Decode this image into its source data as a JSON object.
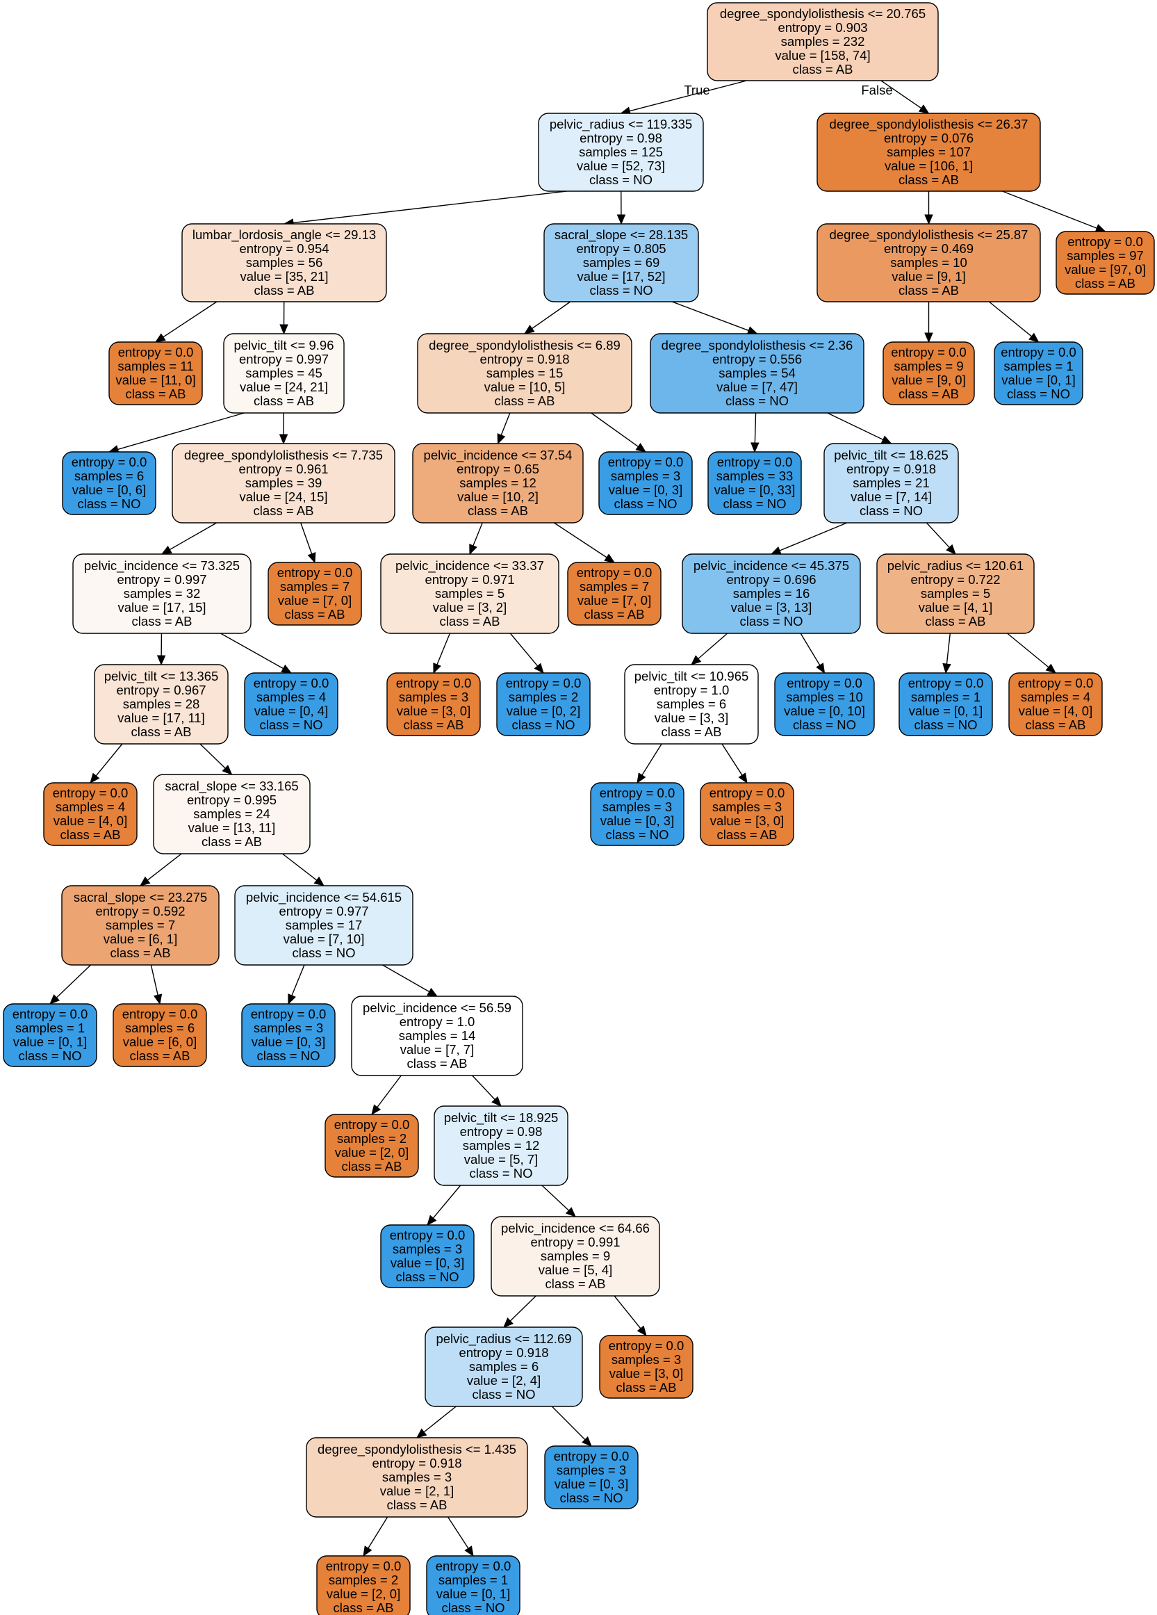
{
  "edge_labels": {
    "true_label": "True",
    "false_label": "False"
  },
  "colors": {
    "class_AB": "#e58139",
    "class_NO": "#399de5",
    "border": "#000000"
  },
  "nodes": [
    {
      "id": 0,
      "lines": [
        "degree_spondylolisthesis <= 20.765",
        "entropy = 0.903",
        "samples = 232",
        "value = [158, 74]",
        "class = AB"
      ],
      "class": "AB",
      "value": [
        158,
        74
      ]
    },
    {
      "id": 1,
      "lines": [
        "pelvic_radius <= 119.335",
        "entropy = 0.98",
        "samples = 125",
        "value = [52, 73]",
        "class = NO"
      ],
      "class": "NO",
      "value": [
        52,
        73
      ]
    },
    {
      "id": 2,
      "lines": [
        "degree_spondylolisthesis <= 26.37",
        "entropy = 0.076",
        "samples = 107",
        "value = [106, 1]",
        "class = AB"
      ],
      "class": "AB",
      "value": [
        106,
        1
      ]
    },
    {
      "id": 3,
      "lines": [
        "lumbar_lordosis_angle <= 29.13",
        "entropy = 0.954",
        "samples = 56",
        "value = [35, 21]",
        "class = AB"
      ],
      "class": "AB",
      "value": [
        35,
        21
      ]
    },
    {
      "id": 4,
      "lines": [
        "sacral_slope <= 28.135",
        "entropy = 0.805",
        "samples = 69",
        "value = [17, 52]",
        "class = NO"
      ],
      "class": "NO",
      "value": [
        17,
        52
      ]
    },
    {
      "id": 5,
      "lines": [
        "degree_spondylolisthesis <= 25.87",
        "entropy = 0.469",
        "samples = 10",
        "value = [9, 1]",
        "class = AB"
      ],
      "class": "AB",
      "value": [
        9,
        1
      ]
    },
    {
      "id": 6,
      "lines": [
        "entropy = 0.0",
        "samples = 97",
        "value = [97, 0]",
        "class = AB"
      ],
      "class": "AB",
      "value": [
        97,
        0
      ]
    },
    {
      "id": 7,
      "lines": [
        "entropy = 0.0",
        "samples = 11",
        "value = [11, 0]",
        "class = AB"
      ],
      "class": "AB",
      "value": [
        11,
        0
      ]
    },
    {
      "id": 8,
      "lines": [
        "pelvic_tilt <= 9.96",
        "entropy = 0.997",
        "samples = 45",
        "value = [24, 21]",
        "class = AB"
      ],
      "class": "AB",
      "value": [
        24,
        21
      ]
    },
    {
      "id": 9,
      "lines": [
        "degree_spondylolisthesis <= 6.89",
        "entropy = 0.918",
        "samples = 15",
        "value = [10, 5]",
        "class = AB"
      ],
      "class": "AB",
      "value": [
        10,
        5
      ]
    },
    {
      "id": 10,
      "lines": [
        "degree_spondylolisthesis <= 2.36",
        "entropy = 0.556",
        "samples = 54",
        "value = [7, 47]",
        "class = NO"
      ],
      "class": "NO",
      "value": [
        7,
        47
      ]
    },
    {
      "id": 11,
      "lines": [
        "entropy = 0.0",
        "samples = 9",
        "value = [9, 0]",
        "class = AB"
      ],
      "class": "AB",
      "value": [
        9,
        0
      ]
    },
    {
      "id": 12,
      "lines": [
        "entropy = 0.0",
        "samples = 1",
        "value = [0, 1]",
        "class = NO"
      ],
      "class": "NO",
      "value": [
        0,
        1
      ]
    },
    {
      "id": 13,
      "lines": [
        "entropy = 0.0",
        "samples = 6",
        "value = [0, 6]",
        "class = NO"
      ],
      "class": "NO",
      "value": [
        0,
        6
      ]
    },
    {
      "id": 14,
      "lines": [
        "degree_spondylolisthesis <= 7.735",
        "entropy = 0.961",
        "samples = 39",
        "value = [24, 15]",
        "class = AB"
      ],
      "class": "AB",
      "value": [
        24,
        15
      ]
    },
    {
      "id": 15,
      "lines": [
        "pelvic_incidence <= 37.54",
        "entropy = 0.65",
        "samples = 12",
        "value = [10, 2]",
        "class = AB"
      ],
      "class": "AB",
      "value": [
        10,
        2
      ]
    },
    {
      "id": 16,
      "lines": [
        "entropy = 0.0",
        "samples = 3",
        "value = [0, 3]",
        "class = NO"
      ],
      "class": "NO",
      "value": [
        0,
        3
      ]
    },
    {
      "id": 17,
      "lines": [
        "entropy = 0.0",
        "samples = 33",
        "value = [0, 33]",
        "class = NO"
      ],
      "class": "NO",
      "value": [
        0,
        33
      ]
    },
    {
      "id": 18,
      "lines": [
        "pelvic_tilt <= 18.625",
        "entropy = 0.918",
        "samples = 21",
        "value = [7, 14]",
        "class = NO"
      ],
      "class": "NO",
      "value": [
        7,
        14
      ]
    },
    {
      "id": 19,
      "lines": [
        "pelvic_incidence <= 73.325",
        "entropy = 0.997",
        "samples = 32",
        "value = [17, 15]",
        "class = AB"
      ],
      "class": "AB",
      "value": [
        17,
        15
      ]
    },
    {
      "id": 20,
      "lines": [
        "entropy = 0.0",
        "samples = 7",
        "value = [7, 0]",
        "class = AB"
      ],
      "class": "AB",
      "value": [
        7,
        0
      ]
    },
    {
      "id": 21,
      "lines": [
        "pelvic_incidence <= 33.37",
        "entropy = 0.971",
        "samples = 5",
        "value = [3, 2]",
        "class = AB"
      ],
      "class": "AB",
      "value": [
        3,
        2
      ]
    },
    {
      "id": 22,
      "lines": [
        "entropy = 0.0",
        "samples = 7",
        "value = [7, 0]",
        "class = AB"
      ],
      "class": "AB",
      "value": [
        7,
        0
      ]
    },
    {
      "id": 23,
      "lines": [
        "pelvic_incidence <= 45.375",
        "entropy = 0.696",
        "samples = 16",
        "value = [3, 13]",
        "class = NO"
      ],
      "class": "NO",
      "value": [
        3,
        13
      ]
    },
    {
      "id": 24,
      "lines": [
        "pelvic_radius <= 120.61",
        "entropy = 0.722",
        "samples = 5",
        "value = [4, 1]",
        "class = AB"
      ],
      "class": "AB",
      "value": [
        4,
        1
      ]
    },
    {
      "id": 25,
      "lines": [
        "pelvic_tilt <= 13.365",
        "entropy = 0.967",
        "samples = 28",
        "value = [17, 11]",
        "class = AB"
      ],
      "class": "AB",
      "value": [
        17,
        11
      ]
    },
    {
      "id": 26,
      "lines": [
        "entropy = 0.0",
        "samples = 4",
        "value = [0, 4]",
        "class = NO"
      ],
      "class": "NO",
      "value": [
        0,
        4
      ]
    },
    {
      "id": 27,
      "lines": [
        "entropy = 0.0",
        "samples = 3",
        "value = [3, 0]",
        "class = AB"
      ],
      "class": "AB",
      "value": [
        3,
        0
      ]
    },
    {
      "id": 28,
      "lines": [
        "entropy = 0.0",
        "samples = 2",
        "value = [0, 2]",
        "class = NO"
      ],
      "class": "NO",
      "value": [
        0,
        2
      ]
    },
    {
      "id": 29,
      "lines": [
        "pelvic_tilt <= 10.965",
        "entropy = 1.0",
        "samples = 6",
        "value = [3, 3]",
        "class = AB"
      ],
      "class": "AB",
      "value": [
        3,
        3
      ]
    },
    {
      "id": 30,
      "lines": [
        "entropy = 0.0",
        "samples = 10",
        "value = [0, 10]",
        "class = NO"
      ],
      "class": "NO",
      "value": [
        0,
        10
      ]
    },
    {
      "id": 31,
      "lines": [
        "entropy = 0.0",
        "samples = 1",
        "value = [0, 1]",
        "class = NO"
      ],
      "class": "NO",
      "value": [
        0,
        1
      ]
    },
    {
      "id": 32,
      "lines": [
        "entropy = 0.0",
        "samples = 4",
        "value = [4, 0]",
        "class = AB"
      ],
      "class": "AB",
      "value": [
        4,
        0
      ]
    },
    {
      "id": 33,
      "lines": [
        "entropy = 0.0",
        "samples = 4",
        "value = [4, 0]",
        "class = AB"
      ],
      "class": "AB",
      "value": [
        4,
        0
      ]
    },
    {
      "id": 34,
      "lines": [
        "sacral_slope <= 33.165",
        "entropy = 0.995",
        "samples = 24",
        "value = [13, 11]",
        "class = AB"
      ],
      "class": "AB",
      "value": [
        13,
        11
      ]
    },
    {
      "id": 35,
      "lines": [
        "entropy = 0.0",
        "samples = 3",
        "value = [0, 3]",
        "class = NO"
      ],
      "class": "NO",
      "value": [
        0,
        3
      ]
    },
    {
      "id": 36,
      "lines": [
        "entropy = 0.0",
        "samples = 3",
        "value = [3, 0]",
        "class = AB"
      ],
      "class": "AB",
      "value": [
        3,
        0
      ]
    },
    {
      "id": 37,
      "lines": [
        "sacral_slope <= 23.275",
        "entropy = 0.592",
        "samples = 7",
        "value = [6, 1]",
        "class = AB"
      ],
      "class": "AB",
      "value": [
        6,
        1
      ]
    },
    {
      "id": 38,
      "lines": [
        "pelvic_incidence <= 54.615",
        "entropy = 0.977",
        "samples = 17",
        "value = [7, 10]",
        "class = NO"
      ],
      "class": "NO",
      "value": [
        7,
        10
      ]
    },
    {
      "id": 39,
      "lines": [
        "entropy = 0.0",
        "samples = 1",
        "value = [0, 1]",
        "class = NO"
      ],
      "class": "NO",
      "value": [
        0,
        1
      ]
    },
    {
      "id": 40,
      "lines": [
        "entropy = 0.0",
        "samples = 6",
        "value = [6, 0]",
        "class = AB"
      ],
      "class": "AB",
      "value": [
        6,
        0
      ]
    },
    {
      "id": 41,
      "lines": [
        "entropy = 0.0",
        "samples = 3",
        "value = [0, 3]",
        "class = NO"
      ],
      "class": "NO",
      "value": [
        0,
        3
      ]
    },
    {
      "id": 42,
      "lines": [
        "pelvic_incidence <= 56.59",
        "entropy = 1.0",
        "samples = 14",
        "value = [7, 7]",
        "class = AB"
      ],
      "class": "AB",
      "value": [
        7,
        7
      ]
    },
    {
      "id": 43,
      "lines": [
        "entropy = 0.0",
        "samples = 2",
        "value = [2, 0]",
        "class = AB"
      ],
      "class": "AB",
      "value": [
        2,
        0
      ]
    },
    {
      "id": 44,
      "lines": [
        "pelvic_tilt <= 18.925",
        "entropy = 0.98",
        "samples = 12",
        "value = [5, 7]",
        "class = NO"
      ],
      "class": "NO",
      "value": [
        5,
        7
      ]
    },
    {
      "id": 45,
      "lines": [
        "entropy = 0.0",
        "samples = 3",
        "value = [0, 3]",
        "class = NO"
      ],
      "class": "NO",
      "value": [
        0,
        3
      ]
    },
    {
      "id": 46,
      "lines": [
        "pelvic_incidence <= 64.66",
        "entropy = 0.991",
        "samples = 9",
        "value = [5, 4]",
        "class = AB"
      ],
      "class": "AB",
      "value": [
        5,
        4
      ]
    },
    {
      "id": 47,
      "lines": [
        "pelvic_radius <= 112.69",
        "entropy = 0.918",
        "samples = 6",
        "value = [2, 4]",
        "class = NO"
      ],
      "class": "NO",
      "value": [
        2,
        4
      ]
    },
    {
      "id": 48,
      "lines": [
        "entropy = 0.0",
        "samples = 3",
        "value = [3, 0]",
        "class = AB"
      ],
      "class": "AB",
      "value": [
        3,
        0
      ]
    },
    {
      "id": 49,
      "lines": [
        "degree_spondylolisthesis <= 1.435",
        "entropy = 0.918",
        "samples = 3",
        "value = [2, 1]",
        "class = AB"
      ],
      "class": "AB",
      "value": [
        2,
        1
      ]
    },
    {
      "id": 50,
      "lines": [
        "entropy = 0.0",
        "samples = 3",
        "value = [0, 3]",
        "class = NO"
      ],
      "class": "NO",
      "value": [
        0,
        3
      ]
    },
    {
      "id": 51,
      "lines": [
        "entropy = 0.0",
        "samples = 2",
        "value = [2, 0]",
        "class = AB"
      ],
      "class": "AB",
      "value": [
        2,
        0
      ]
    },
    {
      "id": 52,
      "lines": [
        "entropy = 0.0",
        "samples = 1",
        "value = [0, 1]",
        "class = NO"
      ],
      "class": "NO",
      "value": [
        0,
        1
      ]
    }
  ],
  "edges": [
    {
      "from": 0,
      "to": 1,
      "label": "True"
    },
    {
      "from": 0,
      "to": 2,
      "label": "False"
    },
    {
      "from": 1,
      "to": 3
    },
    {
      "from": 1,
      "to": 4
    },
    {
      "from": 2,
      "to": 5
    },
    {
      "from": 2,
      "to": 6
    },
    {
      "from": 3,
      "to": 7
    },
    {
      "from": 3,
      "to": 8
    },
    {
      "from": 4,
      "to": 9
    },
    {
      "from": 4,
      "to": 10
    },
    {
      "from": 5,
      "to": 11
    },
    {
      "from": 5,
      "to": 12
    },
    {
      "from": 8,
      "to": 13
    },
    {
      "from": 8,
      "to": 14
    },
    {
      "from": 9,
      "to": 15
    },
    {
      "from": 9,
      "to": 16
    },
    {
      "from": 10,
      "to": 17
    },
    {
      "from": 10,
      "to": 18
    },
    {
      "from": 14,
      "to": 19
    },
    {
      "from": 14,
      "to": 20
    },
    {
      "from": 15,
      "to": 21
    },
    {
      "from": 15,
      "to": 22
    },
    {
      "from": 18,
      "to": 23
    },
    {
      "from": 18,
      "to": 24
    },
    {
      "from": 19,
      "to": 25
    },
    {
      "from": 19,
      "to": 26
    },
    {
      "from": 21,
      "to": 27
    },
    {
      "from": 21,
      "to": 28
    },
    {
      "from": 23,
      "to": 29
    },
    {
      "from": 23,
      "to": 30
    },
    {
      "from": 24,
      "to": 31
    },
    {
      "from": 24,
      "to": 32
    },
    {
      "from": 25,
      "to": 33
    },
    {
      "from": 25,
      "to": 34
    },
    {
      "from": 29,
      "to": 35
    },
    {
      "from": 29,
      "to": 36
    },
    {
      "from": 34,
      "to": 37
    },
    {
      "from": 34,
      "to": 38
    },
    {
      "from": 37,
      "to": 39
    },
    {
      "from": 37,
      "to": 40
    },
    {
      "from": 38,
      "to": 41
    },
    {
      "from": 38,
      "to": 42
    },
    {
      "from": 42,
      "to": 43
    },
    {
      "from": 42,
      "to": 44
    },
    {
      "from": 44,
      "to": 45
    },
    {
      "from": 44,
      "to": 46
    },
    {
      "from": 46,
      "to": 47
    },
    {
      "from": 46,
      "to": 48
    },
    {
      "from": 47,
      "to": 49
    },
    {
      "from": 47,
      "to": 50
    },
    {
      "from": 49,
      "to": 51
    },
    {
      "from": 49,
      "to": 52
    }
  ]
}
